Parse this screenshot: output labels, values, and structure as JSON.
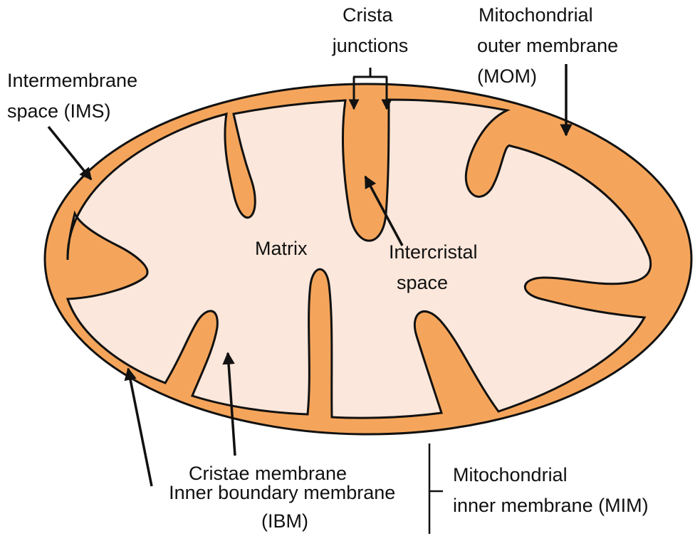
{
  "colors": {
    "membrane": "#f5a55b",
    "matrix": "#fbe7db",
    "outline": "#111111",
    "background": "#ffffff"
  },
  "labels": {
    "crista_junctions": [
      "Crista",
      "junctions"
    ],
    "outer_membrane": [
      "Mitochondrial",
      "outer membrane",
      "(MOM)"
    ],
    "intermembrane_space": [
      "Intermembrane",
      "space (IMS)"
    ],
    "matrix": "Matrix",
    "intercristal_space": [
      "Intercristal",
      "space"
    ],
    "cristae_membrane": "Cristae membrane",
    "inner_boundary_membrane": [
      "Inner boundary membrane",
      "(IBM)"
    ],
    "inner_membrane": [
      "Mitochondrial",
      "inner membrane (MIM)"
    ]
  }
}
